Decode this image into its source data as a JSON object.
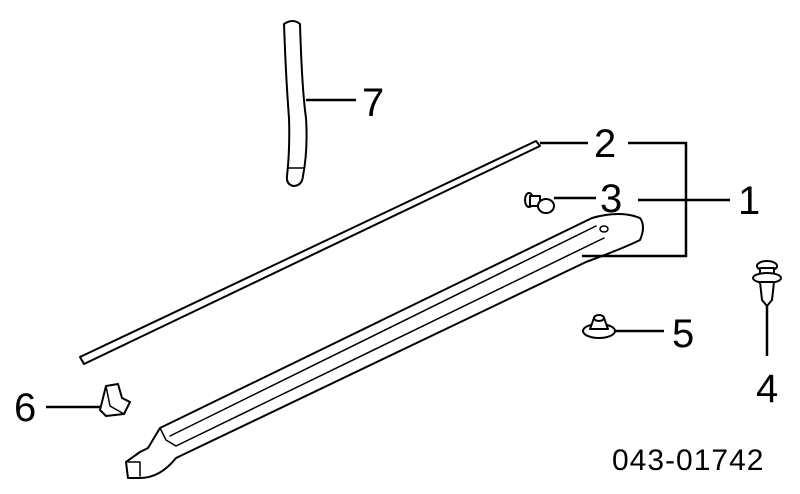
{
  "callouts": {
    "c1": "1",
    "c2": "2",
    "c3": "3",
    "c4": "4",
    "c5": "5",
    "c6": "6",
    "c7": "7"
  },
  "diagram_code": "043-01742"
}
